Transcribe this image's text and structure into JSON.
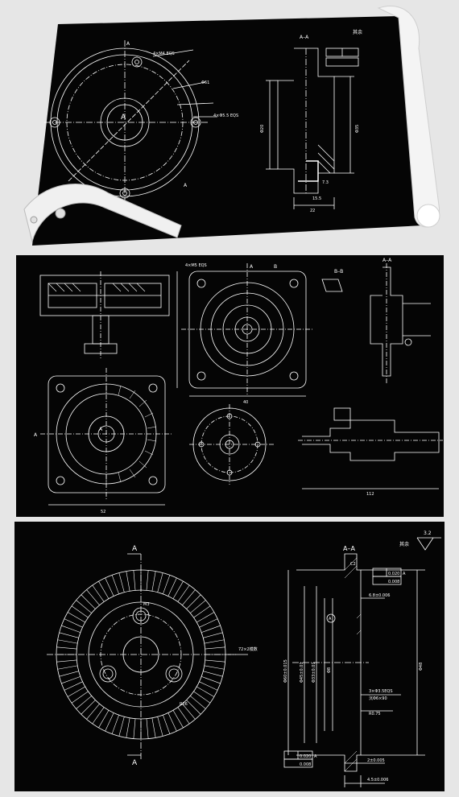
{
  "panel1": {
    "section_label": "A–A",
    "roughness_note": "其余",
    "dims": {
      "holes": "4×M4 EQS",
      "d1": "Φ61",
      "center": "A",
      "section_a_top": "A",
      "section_a_bottom": "A",
      "holes_b": "4×Φ5.5 EQS",
      "bot_a": "7.3",
      "bot_b": "15.5",
      "bot_c": "22",
      "v1": "Φ20",
      "v2": "Φ35"
    }
  },
  "panel2": {
    "labels": {
      "section_a": "A",
      "section_b": "B",
      "section_bb": "B–B",
      "section_aa": "A–A",
      "holes": "4×M5 EQS",
      "center_a": "A",
      "left_a": "A",
      "dim_bottom": "52",
      "dim_bottom2": "40",
      "shaft_dim": "112"
    }
  },
  "panel3": {
    "section_label_top": "A",
    "section_label_bottom": "A",
    "section_aa": "A–A",
    "roughness_value": "3.2",
    "roughness_note": "其余",
    "dims": {
      "m3": "M3",
      "teeth": "72×2模数",
      "r26": "R26",
      "d1": "Φ60±0.015",
      "d2": "Φ45±0.01",
      "d3": "Φ33±0.01",
      "d4": "Φ8",
      "d5": "Φ48",
      "c2": "C2",
      "tol1": "0.020",
      "tol1_ref": "A",
      "tol2": "0.008",
      "dim_68": "6.8±0.006",
      "holes": "3×Φ3.5EQS",
      "holes2": "沉Φ6×90",
      "r075": "R0.75",
      "tol3": "0.020",
      "tol3_ref": "A",
      "tol4": "0.008",
      "dim_2": "2±0.005",
      "dim_45": "4.5±0.006",
      "center_a": "A"
    }
  }
}
